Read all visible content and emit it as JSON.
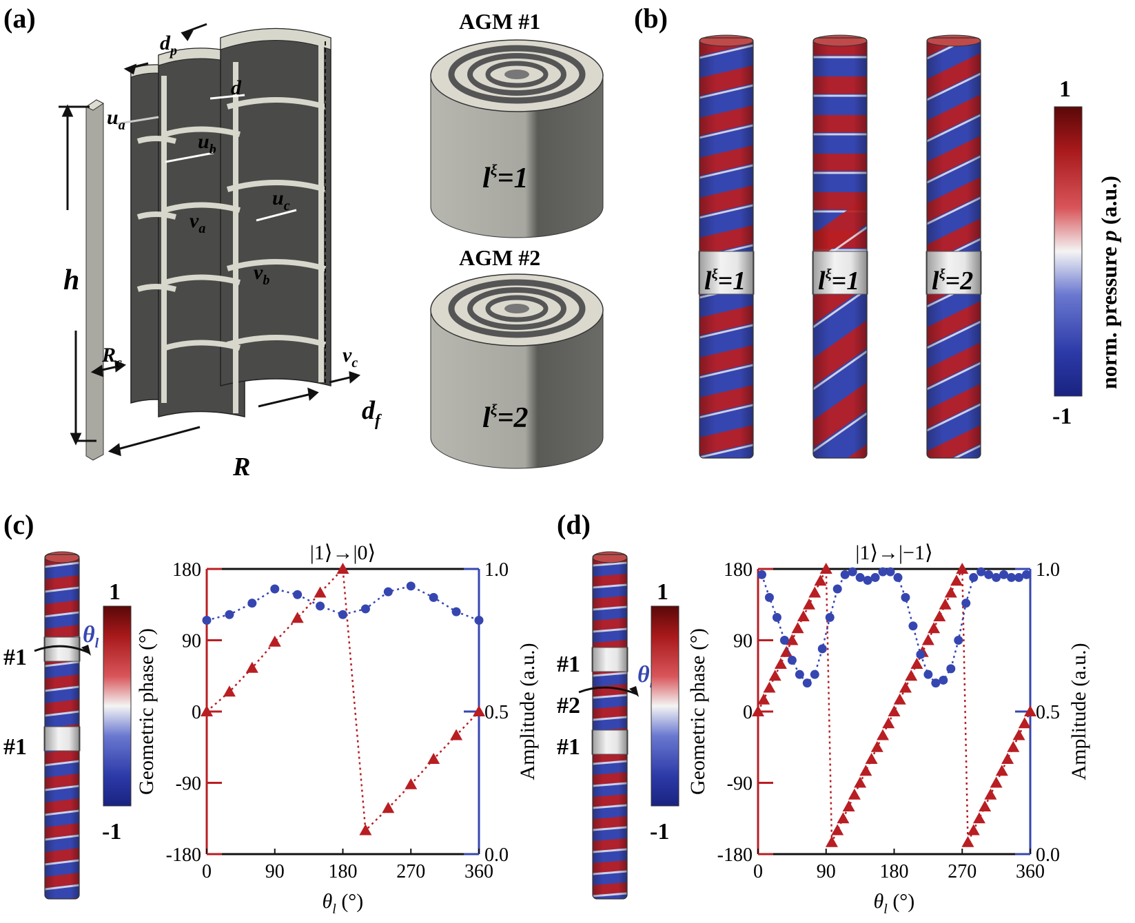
{
  "colors": {
    "red": "#b81e22",
    "blue": "#3646b0",
    "dark_red": "#6b0b0b",
    "dark_blue": "#1d2a84",
    "gray_face": "#8a8a86",
    "gray_dark": "#4e4e4c",
    "gray_light": "#d8d7cc"
  },
  "panel_a": {
    "label": "(a)",
    "dim_dp": "d",
    "dim_dp_sub": "p",
    "dim_d": "d",
    "dim_ua": "u",
    "dim_ua_sub": "a",
    "dim_ub": "u",
    "dim_ub_sub": "b",
    "dim_uc": "u",
    "dim_uc_sub": "c",
    "dim_va": "v",
    "dim_va_sub": "a",
    "dim_vb": "v",
    "dim_vb_sub": "b",
    "dim_vc": "v",
    "dim_vc_sub": "c",
    "dim_h": "h",
    "dim_Rc": "R",
    "dim_Rc_sub": "c",
    "dim_R": "R",
    "dim_df": "d",
    "dim_df_sub": "f",
    "agm1_title": "AGM #1",
    "agm1_l": "l",
    "agm1_xi": "ξ",
    "agm1_val": "=1",
    "agm2_title": "AGM #2",
    "agm2_l": "l",
    "agm2_xi": "ξ",
    "agm2_val": "=2"
  },
  "panel_b": {
    "label": "(b)",
    "cyl1_title": "TC generation",
    "cyl2_title": "TC detection",
    "cyl3_title": "TC conversion",
    "cyl1_ring": "=1",
    "cyl2_ring": "=1",
    "cyl3_ring": "=2",
    "ring_l": "l",
    "ring_xi": "ξ",
    "cbar_max": "1",
    "cbar_min": "-1",
    "cbar_label": "norm. pressure",
    "cbar_label_var": "p",
    "cbar_label_unit": "(a.u.)"
  },
  "panel_c": {
    "label": "(c)",
    "marker_top": "#1",
    "marker_bottom": "#1",
    "theta_label": "θ",
    "theta_sub": "l",
    "cbar_max": "1",
    "cbar_min": "-1",
    "title": "|1⟩→|0⟩",
    "ylabel_left": "Geometric phase (°)",
    "ylabel_right": "Amplitude (a.u.)",
    "xlabel": "θ",
    "xlabel_sub": "l",
    "xlabel_unit": " (°)"
  },
  "panel_d": {
    "label": "(d)",
    "marker_1": "#1",
    "marker_2": "#2",
    "marker_3": "#1",
    "theta_label": "θ",
    "theta_sub": "l",
    "cbar_max": "1",
    "cbar_min": "-1",
    "title": "|1⟩→|−1⟩",
    "ylabel_left": "Geometric phase (°)",
    "ylabel_right": "Amplitude (a.u.)",
    "xlabel": "θ",
    "xlabel_sub": "l",
    "xlabel_unit": " (°)"
  },
  "chart_data": [
    {
      "type": "scatter",
      "panel": "c",
      "title": "|1⟩→|0⟩",
      "xlabel": "θl (°)",
      "ylabel": "Geometric phase (°)",
      "y2label": "Amplitude (a.u.)",
      "xlim": [
        0,
        360
      ],
      "ylim": [
        -180,
        180
      ],
      "y2lim": [
        0.0,
        1.0
      ],
      "xticks": [
        "0",
        "90",
        "180",
        "270",
        "360"
      ],
      "yticks": [
        "-180",
        "-90",
        "0",
        "90",
        "180"
      ],
      "y2ticks": [
        "0.0",
        "0.5",
        "1.0"
      ],
      "series": [
        {
          "axis": "left",
          "marker": "triangle",
          "x": [
            0,
            30,
            60,
            90,
            120,
            150,
            180,
            210,
            240,
            270,
            300,
            330,
            360
          ],
          "y": [
            0,
            25,
            55,
            88,
            118,
            150,
            180,
            -150,
            -122,
            -92,
            -60,
            -30,
            0
          ]
        },
        {
          "axis": "right",
          "marker": "circle",
          "x": [
            0,
            30,
            60,
            90,
            120,
            150,
            180,
            210,
            240,
            270,
            300,
            330,
            360
          ],
          "y": [
            0.82,
            0.84,
            0.88,
            0.93,
            0.91,
            0.87,
            0.84,
            0.86,
            0.92,
            0.94,
            0.9,
            0.85,
            0.82
          ]
        }
      ]
    },
    {
      "type": "scatter",
      "panel": "d",
      "title": "|1⟩→|−1⟩",
      "xlabel": "θl (°)",
      "ylabel": "Geometric phase (°)",
      "y2label": "Amplitude (a.u.)",
      "xlim": [
        0,
        360
      ],
      "ylim": [
        -180,
        180
      ],
      "y2lim": [
        0.0,
        1.0
      ],
      "xticks": [
        "0",
        "90",
        "180",
        "270",
        "360"
      ],
      "yticks": [
        "-180",
        "-90",
        "0",
        "90",
        "180"
      ],
      "y2ticks": [
        "0.0",
        "0.5",
        "1.0"
      ],
      "series": [
        {
          "axis": "left",
          "marker": "triangle",
          "x": [
            0,
            7.5,
            15,
            22.5,
            30,
            37.5,
            45,
            52.5,
            60,
            67.5,
            75,
            82.5,
            90,
            97.5,
            105,
            112.5,
            120,
            127.5,
            135,
            142.5,
            150,
            157.5,
            165,
            172.5,
            180,
            187.5,
            195,
            202.5,
            210,
            217.5,
            225,
            232.5,
            240,
            247.5,
            255,
            262.5,
            270,
            277.5,
            285,
            292.5,
            300,
            307.5,
            315,
            322.5,
            330,
            337.5,
            345,
            352.5,
            360
          ],
          "y": [
            0,
            15,
            30,
            45,
            60,
            75,
            90,
            105,
            120,
            135,
            150,
            165,
            180,
            -165,
            -150,
            -135,
            -120,
            -105,
            -90,
            -75,
            -60,
            -45,
            -30,
            -15,
            0,
            15,
            30,
            45,
            60,
            75,
            90,
            105,
            120,
            135,
            150,
            165,
            180,
            -165,
            -150,
            -135,
            -120,
            -105,
            -90,
            -75,
            -60,
            -45,
            -30,
            -15,
            0
          ]
        },
        {
          "axis": "right",
          "marker": "circle",
          "x": [
            5,
            15,
            25,
            35,
            45,
            55,
            65,
            75,
            85,
            95,
            105,
            115,
            125,
            135,
            145,
            155,
            165,
            175,
            185,
            195,
            205,
            215,
            225,
            235,
            245,
            255,
            265,
            275,
            285,
            295,
            305,
            315,
            325,
            335,
            345,
            355
          ],
          "y": [
            0.98,
            0.9,
            0.83,
            0.75,
            0.68,
            0.63,
            0.6,
            0.63,
            0.72,
            0.83,
            0.93,
            0.98,
            0.99,
            0.97,
            0.96,
            0.97,
            0.99,
            0.99,
            0.97,
            0.9,
            0.8,
            0.7,
            0.63,
            0.6,
            0.61,
            0.65,
            0.75,
            0.88,
            0.97,
            0.99,
            0.98,
            0.97,
            0.98,
            0.97,
            0.97,
            0.98
          ]
        }
      ]
    }
  ]
}
